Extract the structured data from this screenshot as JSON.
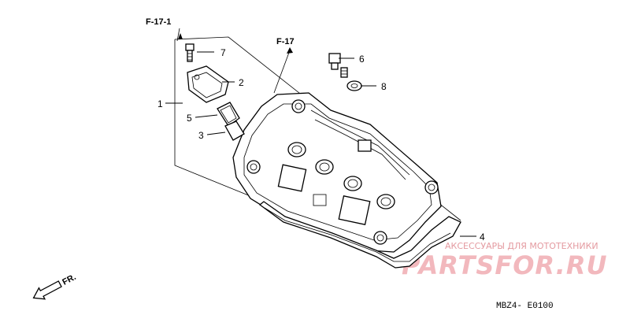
{
  "references": {
    "f17_1": "F-17-1",
    "f17": "F-17"
  },
  "callouts": {
    "c1": "1",
    "c2": "2",
    "c3": "3",
    "c4": "4",
    "c5": "5",
    "c6": "6",
    "c7": "7",
    "c8": "8"
  },
  "direction": {
    "front": "FR."
  },
  "diagram_code": "MBZ4- E0100",
  "watermark": {
    "subtitle": "АКСЕССУАРЫ ДЛЯ МОТОТЕХНИКИ",
    "logo": "PARTSFOR.RU"
  }
}
